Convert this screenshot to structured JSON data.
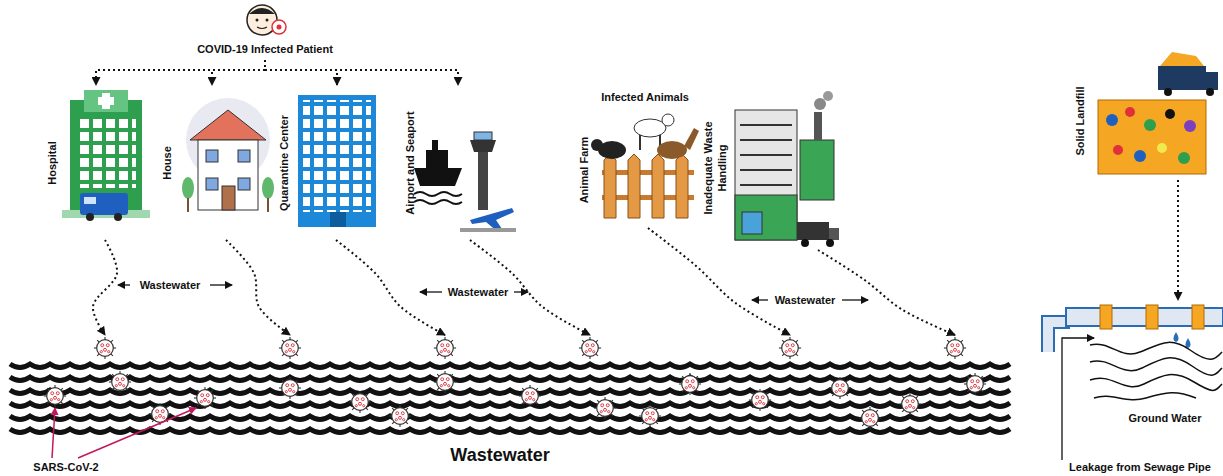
{
  "diagram": {
    "nodes": [
      {
        "text": [
          "COVID-19 Infected Patient"
        ]
      },
      {
        "text": [
          "Hospital"
        ]
      },
      {
        "text": [
          "House"
        ]
      },
      {
        "text": [
          "Quarantine Center"
        ]
      },
      {
        "text": [
          "Airport and Seaport"
        ]
      },
      {
        "text": [
          "Animal Farm",
          "Infected Animals"
        ]
      },
      {
        "text": [
          "Inadequate Waste Handling"
        ]
      },
      {
        "text": [
          "Solid Landfill"
        ]
      },
      {
        "text": [
          "Wastewater"
        ]
      },
      {
        "text": [
          "Ground Water"
        ]
      }
    ],
    "edges": [
      {
        "from": 0,
        "to": 1,
        "arrow": "to"
      },
      {
        "from": 0,
        "to": 2,
        "arrow": "to"
      },
      {
        "from": 0,
        "to": 3,
        "arrow": "to"
      },
      {
        "from": 0,
        "to": 4,
        "arrow": "to"
      },
      {
        "from": 1,
        "to": 8,
        "arrow": "to"
      },
      {
        "from": 2,
        "to": 8,
        "arrow": "to"
      },
      {
        "from": 3,
        "to": 8,
        "arrow": "to"
      },
      {
        "from": 4,
        "to": 8,
        "arrow": "to"
      },
      {
        "from": 5,
        "to": 8,
        "arrow": "to"
      },
      {
        "from": 6,
        "to": 8,
        "arrow": "to"
      },
      {
        "from": 7,
        "to": 9,
        "arrow": "to"
      }
    ],
    "labels": [
      "Wastewater",
      "Wastewater",
      "Wastewater",
      "SARS-CoV-2",
      "Leakage from Sewage Pipe"
    ]
  }
}
